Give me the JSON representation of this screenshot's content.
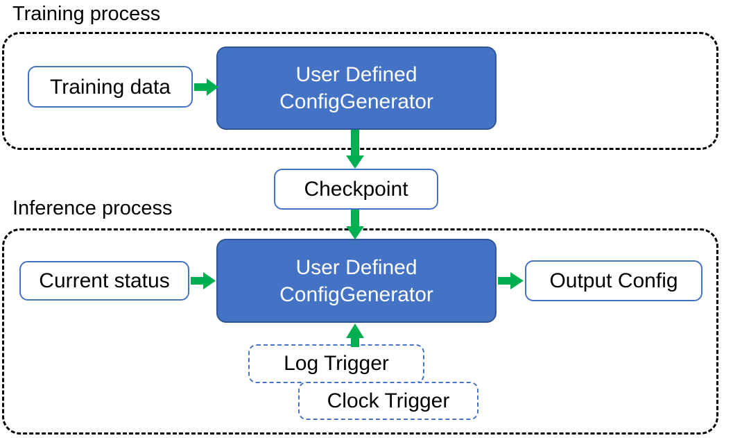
{
  "diagram": {
    "title_visible": false,
    "colors": {
      "process_fill": "#4472C4",
      "process_border": "#2F5597",
      "node_border": "#4472C4",
      "arrow": "#00B050",
      "group_border": "#000000",
      "text_dark": "#000000",
      "text_light": "#FFFFFF",
      "background": "#FFFFFF"
    },
    "groups": [
      {
        "id": "training",
        "label": "Training process"
      },
      {
        "id": "inference",
        "label": "Inference process"
      }
    ],
    "nodes": {
      "training_data": {
        "label": "Training data",
        "style": "solid-outline"
      },
      "udcg_train": {
        "line1": "User Defined",
        "line2": "ConfigGenerator",
        "style": "filled"
      },
      "checkpoint": {
        "label": "Checkpoint",
        "style": "solid-outline"
      },
      "current_status": {
        "label": "Current status",
        "style": "solid-outline"
      },
      "udcg_infer": {
        "line1": "User Defined",
        "line2": "ConfigGenerator",
        "style": "filled"
      },
      "output_config": {
        "label": "Output Config",
        "style": "solid-outline"
      },
      "log_trigger": {
        "label": "Log Trigger",
        "style": "dashed-outline"
      },
      "clock_trigger": {
        "label": "Clock Trigger",
        "style": "dashed-outline"
      }
    },
    "edges": [
      {
        "from": "training_data",
        "to": "udcg_train",
        "direction": "right"
      },
      {
        "from": "udcg_train",
        "to": "checkpoint",
        "direction": "down"
      },
      {
        "from": "checkpoint",
        "to": "udcg_infer",
        "direction": "down"
      },
      {
        "from": "current_status",
        "to": "udcg_infer",
        "direction": "right"
      },
      {
        "from": "udcg_infer",
        "to": "output_config",
        "direction": "right"
      },
      {
        "from": "log_trigger",
        "to": "udcg_infer",
        "direction": "up"
      }
    ]
  }
}
